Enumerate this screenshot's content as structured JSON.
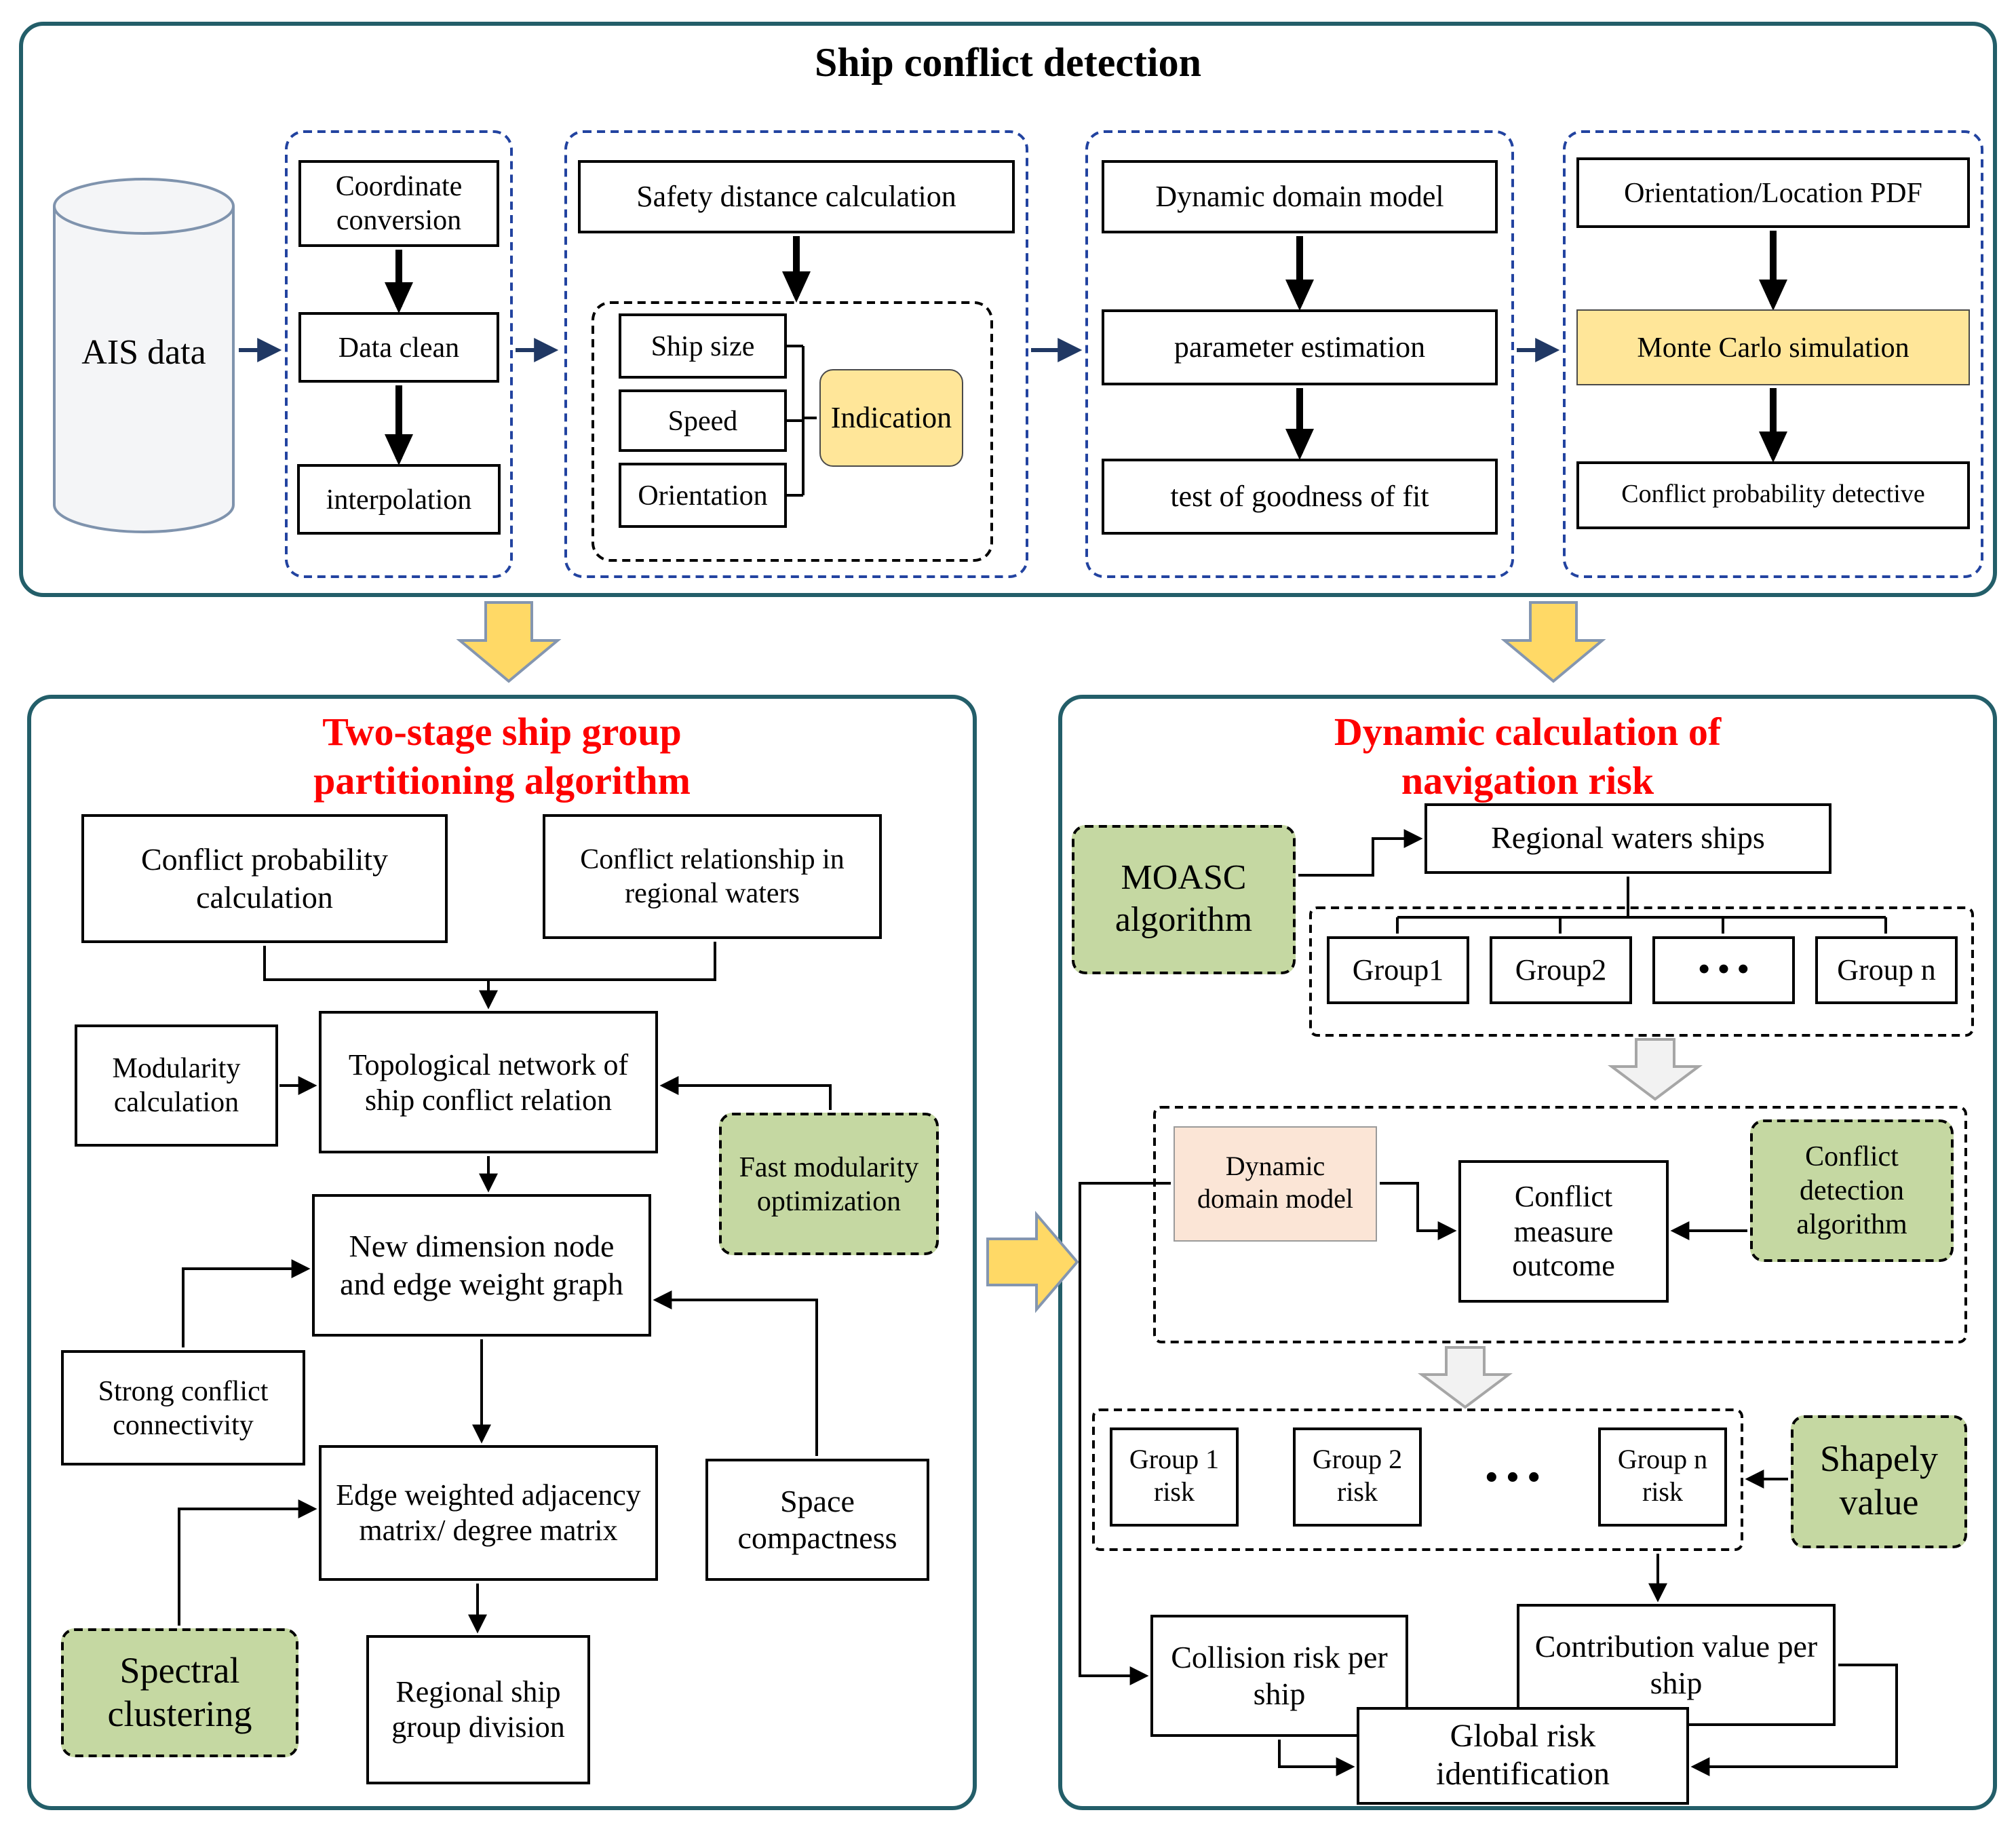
{
  "colors": {
    "panel_border": "#235e69",
    "dashed_blue": "#2243a0",
    "yellow_fill": "#ffe699",
    "block_arrow_yellow": "#ffd966",
    "green_fill": "#c5d8a2",
    "peach_fill": "#fbe5d6",
    "title_red": "#fe0000",
    "flow_arrow_blue": "#203864"
  },
  "top": {
    "title": "Ship conflict detection",
    "ais": "AIS data",
    "stage1": {
      "coordinate": "Coordinate conversion",
      "clean": "Data clean",
      "interpolation": "interpolation"
    },
    "stage2": {
      "header": "Safety distance calculation",
      "ship_size": "Ship size",
      "speed": "Speed",
      "orientation": "Orientation",
      "indication": "Indication"
    },
    "stage3": {
      "model": "Dynamic domain model",
      "estimation": "parameter estimation",
      "fit": "test of goodness of fit"
    },
    "stage4": {
      "pdf": "Orientation/Location PDF",
      "monte": "Monte Carlo simulation",
      "detective": "Conflict probability detective"
    }
  },
  "left": {
    "title1": "Two-stage ship group",
    "title2": "partitioning algorithm",
    "conflict_prob": "Conflict probability calculation",
    "conflict_rel": "Conflict relationship in regional waters",
    "modularity": "Modularity calculation",
    "topological": "Topological network of ship conflict relation",
    "fast_mod": "Fast modularity optimization",
    "new_dim": "New dimension node and edge weight graph",
    "strong": "Strong conflict connectivity",
    "edge_weighted": "Edge weighted adjacency matrix/ degree matrix",
    "space": "Space compactness",
    "spectral": "Spectral clustering",
    "regional_div": "Regional ship group division"
  },
  "right": {
    "title1": "Dynamic calculation of",
    "title2": "navigation risk",
    "moasc": "MOASC algorithm",
    "regional": "Regional waters ships",
    "groups": [
      "Group1",
      "Group2",
      "• • •",
      "Group n"
    ],
    "dyn_domain": "Dynamic domain model",
    "measure": "Conflict measure outcome",
    "detection": "Conflict detection algorithm",
    "risks": [
      "Group 1 risk",
      "Group 2 risk",
      "• • •",
      "Group n risk"
    ],
    "shapely": "Shapely value",
    "collision": "Collision risk per ship",
    "contribution": "Contribution value per ship",
    "global": "Global risk identification"
  }
}
